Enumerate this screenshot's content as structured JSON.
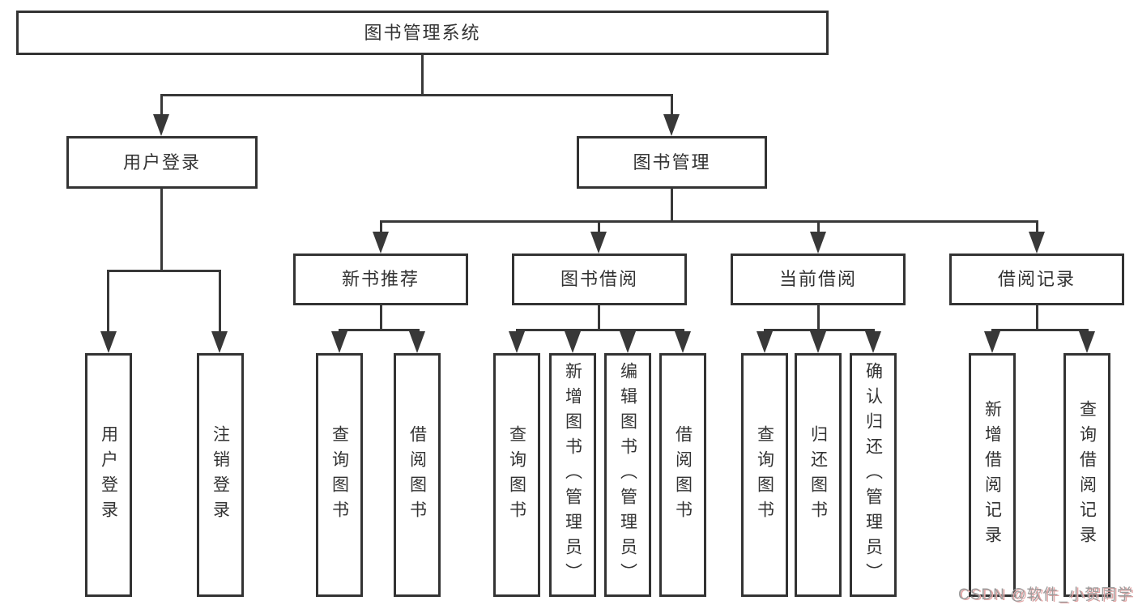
{
  "tree": {
    "root": "图书管理系统",
    "login": {
      "label": "用户登录",
      "children": [
        "用户登录",
        "注销登录"
      ]
    },
    "manage": {
      "label": "图书管理",
      "groups": [
        {
          "label": "新书推荐",
          "children": [
            "查询图书",
            "借阅图书"
          ]
        },
        {
          "label": "图书借阅",
          "children": [
            "查询图书",
            "新增图书（管理员）",
            "编辑图书（管理员）",
            "借阅图书"
          ]
        },
        {
          "label": "当前借阅",
          "children": [
            "查询图书",
            "归还图书",
            "确认归还（管理员）"
          ]
        },
        {
          "label": "借阅记录",
          "children": [
            "新增借阅记录",
            "查询借阅记录"
          ]
        }
      ]
    }
  },
  "watermark": "CSDN @软件_小贺同学",
  "colors": {
    "line": "#383838",
    "text": "#333333",
    "box_border": "#333333",
    "background": "#ffffff",
    "watermark_text": "#9c9c9c",
    "watermark_shadow": "#e3a6a6"
  }
}
